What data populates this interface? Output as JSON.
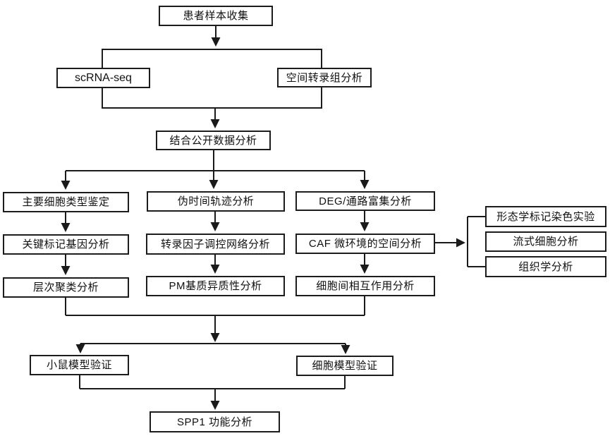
{
  "diagram": {
    "type": "flowchart",
    "background_color": "#ffffff",
    "line_color": "#1a1a1a",
    "box_border_color": "#1c1c1c",
    "box_fill_color": "#ffffff",
    "text_color": "#111111",
    "nodes": {
      "patient_sample": "患者样本收集",
      "scrna_seq": "scRNA-seq",
      "spatial_transcriptome": "空间转录组分析",
      "public_data": "结合公开数据分析",
      "cell_type_identification": "主要细胞类型鉴定",
      "marker_gene_analysis": "关键标记基因分析",
      "hierarchical_clustering": "层次聚类分析",
      "pseudotime_trajectory": "伪时间轨迹分析",
      "tf_regulatory_network": "转录因子调控网络分析",
      "pm_matrix_heterogeneity": "PM基质异质性分析",
      "deg_pathway_enrichment": "DEG/通路富集分析",
      "caf_spatial_analysis": "CAF 微环境的空间分析",
      "cell_interaction": "细胞间相互作用分析",
      "morphology_staining": "形态学标记染色实验",
      "flow_cytometry": "流式细胞分析",
      "histology": "组织学分析",
      "mouse_model": "小鼠模型验证",
      "cell_model": "细胞模型验证",
      "spp1_function": "SPP1 功能分析"
    }
  }
}
